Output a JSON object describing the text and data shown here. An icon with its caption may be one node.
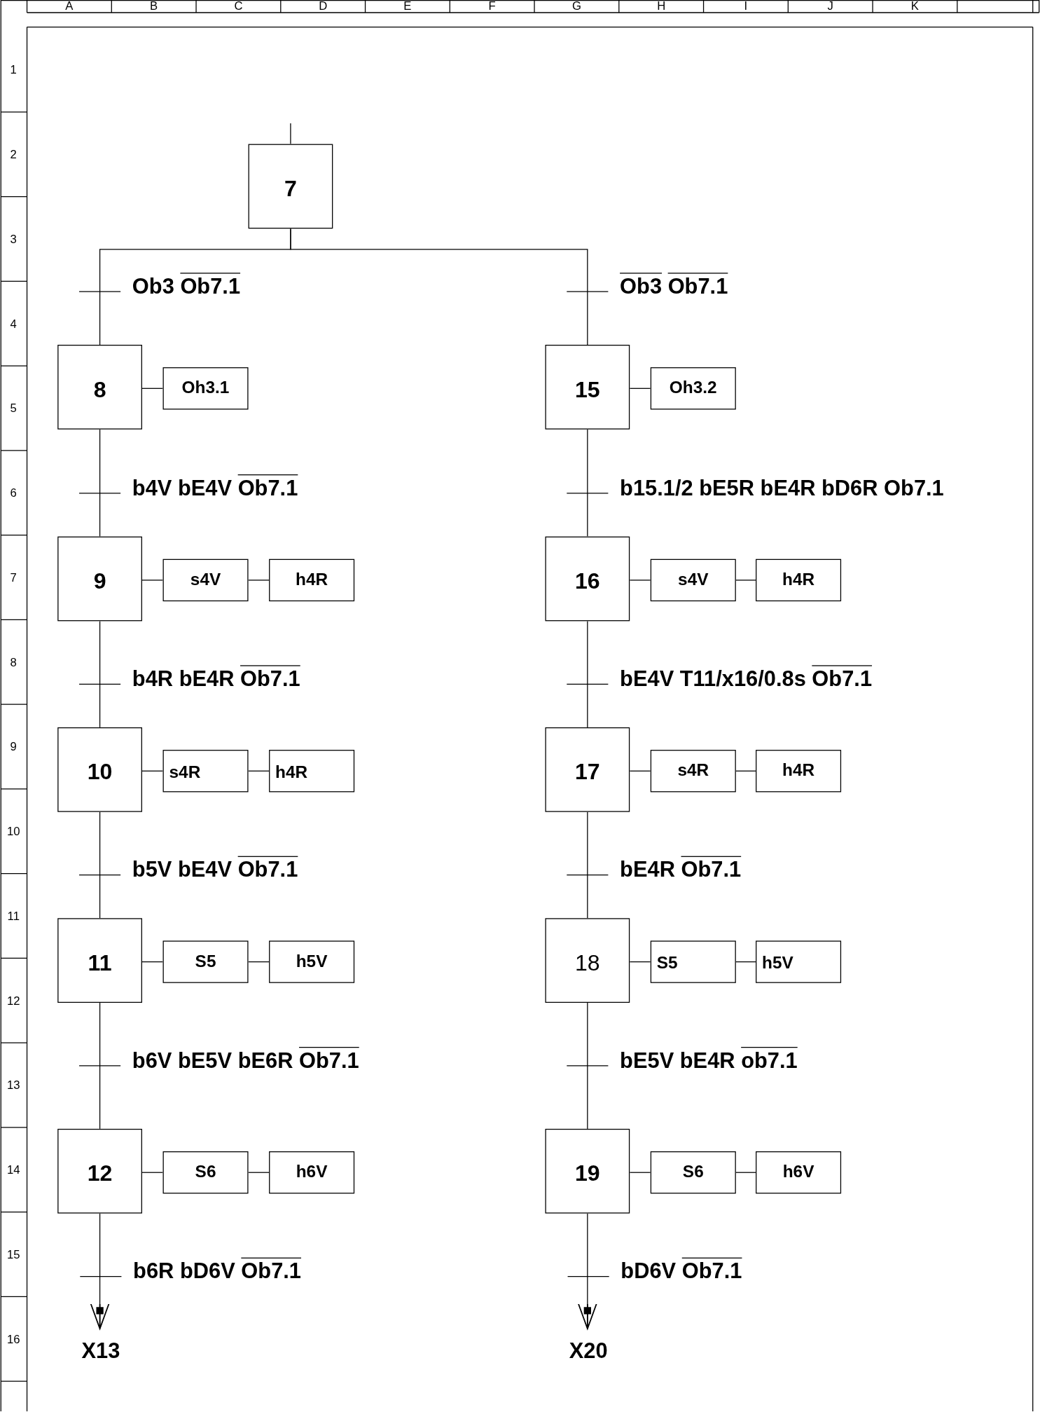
{
  "diagram": {
    "nodes": [
      {
        "text": [
          "7"
        ]
      },
      {
        "text": [
          "8"
        ]
      },
      {
        "text": [
          "Oh3.1"
        ]
      },
      {
        "text": [
          "15"
        ]
      },
      {
        "text": [
          "Oh3.2"
        ]
      },
      {
        "text": [
          "9"
        ]
      },
      {
        "text": [
          "s4V"
        ]
      },
      {
        "text": [
          "h4R"
        ]
      },
      {
        "text": [
          "16"
        ]
      },
      {
        "text": [
          "s4V"
        ]
      },
      {
        "text": [
          "h4R"
        ]
      },
      {
        "text": [
          "10"
        ]
      },
      {
        "text": [
          "s4R"
        ]
      },
      {
        "text": [
          "h4R"
        ]
      },
      {
        "text": [
          "17"
        ]
      },
      {
        "text": [
          "s4R"
        ]
      },
      {
        "text": [
          "h4R"
        ]
      },
      {
        "text": [
          "11"
        ]
      },
      {
        "text": [
          "S5"
        ]
      },
      {
        "text": [
          "h5V"
        ]
      },
      {
        "text": [
          "18"
        ]
      },
      {
        "text": [
          "S5"
        ]
      },
      {
        "text": [
          "h5V"
        ]
      },
      {
        "text": [
          "12"
        ]
      },
      {
        "text": [
          "S6"
        ]
      },
      {
        "text": [
          "h6V"
        ]
      },
      {
        "text": [
          "19"
        ]
      },
      {
        "text": [
          "S6"
        ]
      },
      {
        "text": [
          "h6V"
        ]
      },
      {
        "text": [
          "X13"
        ]
      },
      {
        "text": [
          "X20"
        ]
      }
    ],
    "edges": [
      {
        "from": null,
        "to": 0,
        "arrow": "none"
      },
      {
        "from": 0,
        "to": 1,
        "arrow": "none",
        "label": "Ob3 Ob7.1"
      },
      {
        "from": 0,
        "to": 3,
        "arrow": "none",
        "label": "Ob3 Ob7.1"
      },
      {
        "from": 1,
        "to": 2,
        "arrow": "none"
      },
      {
        "from": 3,
        "to": 4,
        "arrow": "none"
      },
      {
        "from": 1,
        "to": 5,
        "arrow": "none",
        "label": "b4V bE4V Ob7.1"
      },
      {
        "from": 3,
        "to": 8,
        "arrow": "none",
        "label": "b15.1/2 bE5R bE4R bD6R Ob7.1"
      },
      {
        "from": 5,
        "to": 6,
        "arrow": "none"
      },
      {
        "from": 6,
        "to": 7,
        "arrow": "none"
      },
      {
        "from": 8,
        "to": 9,
        "arrow": "none"
      },
      {
        "from": 9,
        "to": 10,
        "arrow": "none"
      },
      {
        "from": 5,
        "to": 11,
        "arrow": "none",
        "label": "b4R bE4R Ob7.1"
      },
      {
        "from": 8,
        "to": 14,
        "arrow": "none",
        "label": "bE4V T11/x16/0.8s Ob7.1"
      },
      {
        "from": 11,
        "to": 12,
        "arrow": "none"
      },
      {
        "from": 12,
        "to": 13,
        "arrow": "none"
      },
      {
        "from": 14,
        "to": 15,
        "arrow": "none"
      },
      {
        "from": 15,
        "to": 16,
        "arrow": "none"
      },
      {
        "from": 11,
        "to": 17,
        "arrow": "none",
        "label": "b5V bE4V Ob7.1"
      },
      {
        "from": 14,
        "to": 20,
        "arrow": "none",
        "label": "bE4R Ob7.1"
      },
      {
        "from": 17,
        "to": 18,
        "arrow": "none"
      },
      {
        "from": 18,
        "to": 19,
        "arrow": "none"
      },
      {
        "from": 20,
        "to": 21,
        "arrow": "none"
      },
      {
        "from": 21,
        "to": 22,
        "arrow": "none"
      },
      {
        "from": 17,
        "to": 23,
        "arrow": "none",
        "label": "b6V bE5V bE6R Ob7.1"
      },
      {
        "from": 20,
        "to": 26,
        "arrow": "none",
        "label": "bE5V bE4R ob7.1"
      },
      {
        "from": 23,
        "to": 24,
        "arrow": "none"
      },
      {
        "from": 24,
        "to": 25,
        "arrow": "none"
      },
      {
        "from": 26,
        "to": 27,
        "arrow": "none"
      },
      {
        "from": 27,
        "to": 28,
        "arrow": "none"
      },
      {
        "from": 23,
        "to": 29,
        "arrow": "to",
        "label": "b6R bD6V Ob7.1"
      },
      {
        "from": 26,
        "to": 30,
        "arrow": "to",
        "label": "bD6V Ob7.1"
      }
    ],
    "labels": [
      "A",
      "B",
      "C",
      "D",
      "E",
      "F",
      "G",
      "H",
      "I",
      "J",
      "K",
      "1",
      "2",
      "3",
      "4",
      "5",
      "6",
      "7",
      "8",
      "9",
      "10",
      "11",
      "12",
      "13",
      "14",
      "15",
      "16"
    ]
  }
}
